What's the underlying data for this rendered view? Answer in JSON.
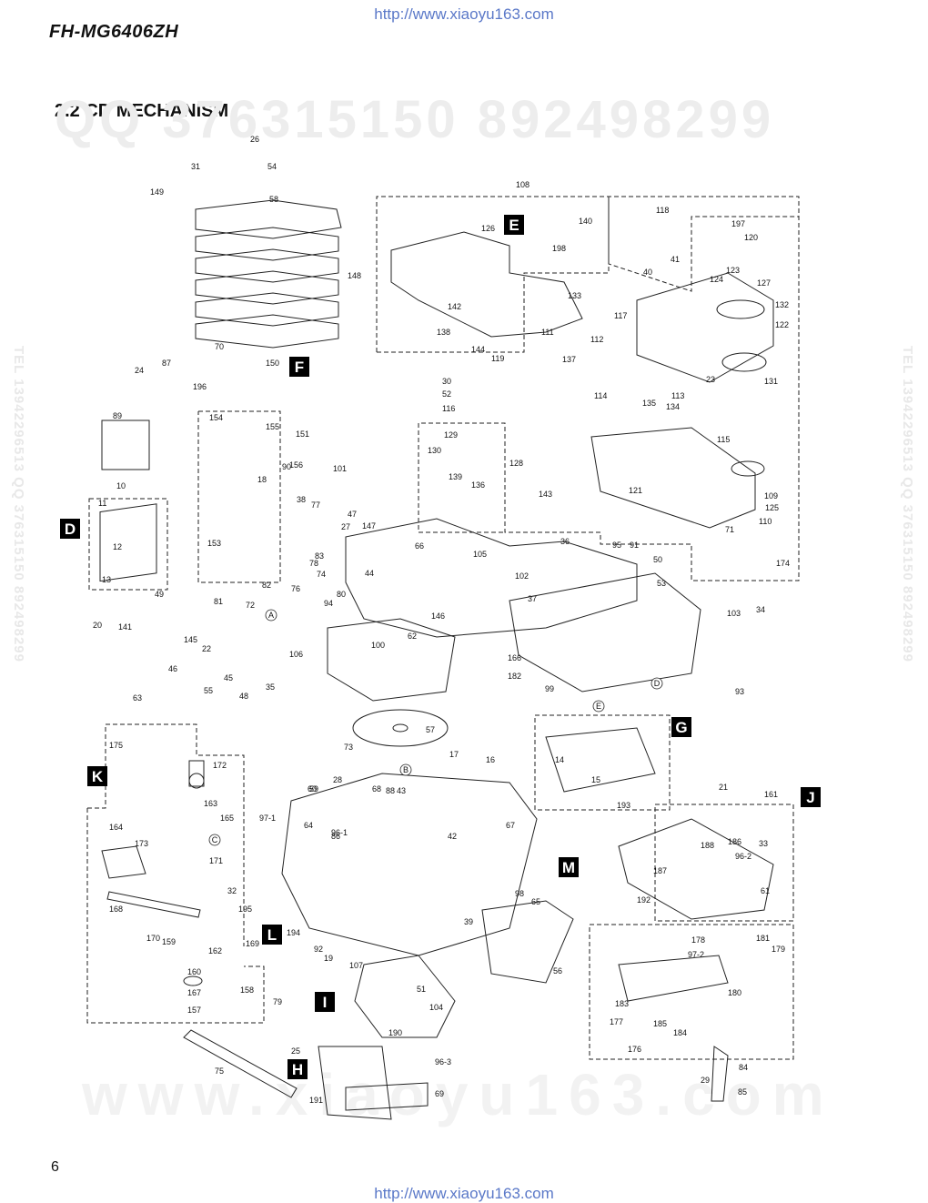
{
  "header": {
    "url_top": "http://www.xiaoyu163.com",
    "model": "FH-MG6406ZH",
    "section_title": "2.2 CD MECHANISM"
  },
  "footer": {
    "page_number": "6",
    "url_bottom": "http://www.xiaoyu163.com"
  },
  "watermarks": {
    "qq": "QQ 376315150   892498299",
    "url": "www.xiaoyu163.com",
    "side": "TEL 13942296513  QQ 376315150  892498299"
  },
  "callouts": [
    "D",
    "E",
    "F",
    "G",
    "H",
    "I",
    "J",
    "K",
    "L",
    "M"
  ],
  "circle_refs": [
    "A",
    "B",
    "C",
    "D",
    "E"
  ],
  "part_labels": [
    "26",
    "54",
    "31",
    "149",
    "58",
    "148",
    "70",
    "87",
    "24",
    "150",
    "196",
    "89",
    "154",
    "155",
    "151",
    "156",
    "18",
    "90",
    "101",
    "10",
    "11",
    "12",
    "13",
    "20",
    "153",
    "38",
    "77",
    "47",
    "27",
    "147",
    "83",
    "78",
    "74",
    "76",
    "82",
    "81",
    "72",
    "94",
    "80",
    "49",
    "141",
    "145",
    "22",
    "46",
    "45",
    "63",
    "55",
    "48",
    "35",
    "106",
    "62",
    "100",
    "66",
    "44",
    "105",
    "102",
    "37",
    "36",
    "91",
    "50",
    "95",
    "53",
    "34",
    "103",
    "93",
    "146",
    "166",
    "182",
    "99",
    "57",
    "108",
    "126",
    "198",
    "140",
    "118",
    "41",
    "40",
    "197",
    "120",
    "123",
    "124",
    "127",
    "132",
    "122",
    "133",
    "117",
    "142",
    "138",
    "144",
    "119",
    "111",
    "112",
    "137",
    "131",
    "23",
    "30",
    "52",
    "116",
    "114",
    "113",
    "134",
    "135",
    "115",
    "129",
    "130",
    "128",
    "139",
    "136",
    "143",
    "121",
    "109",
    "110",
    "125",
    "71",
    "174",
    "175",
    "172",
    "163",
    "165",
    "164",
    "173",
    "171",
    "168",
    "170",
    "159",
    "162",
    "32",
    "169",
    "160",
    "167",
    "157",
    "158",
    "79",
    "75",
    "73",
    "28",
    "59",
    "60",
    "68",
    "88",
    "43",
    "86",
    "96-1",
    "97-1",
    "195",
    "194",
    "19",
    "107",
    "92",
    "64",
    "98",
    "65",
    "39",
    "67",
    "42",
    "16",
    "17",
    "14",
    "15",
    "193",
    "97-2",
    "21",
    "188",
    "186",
    "96-2",
    "187",
    "192",
    "61",
    "33",
    "181",
    "179",
    "178",
    "180",
    "183",
    "177",
    "185",
    "184",
    "176",
    "29",
    "84",
    "85",
    "104",
    "51",
    "190",
    "96-3",
    "69",
    "25",
    "191",
    "56",
    "161"
  ]
}
